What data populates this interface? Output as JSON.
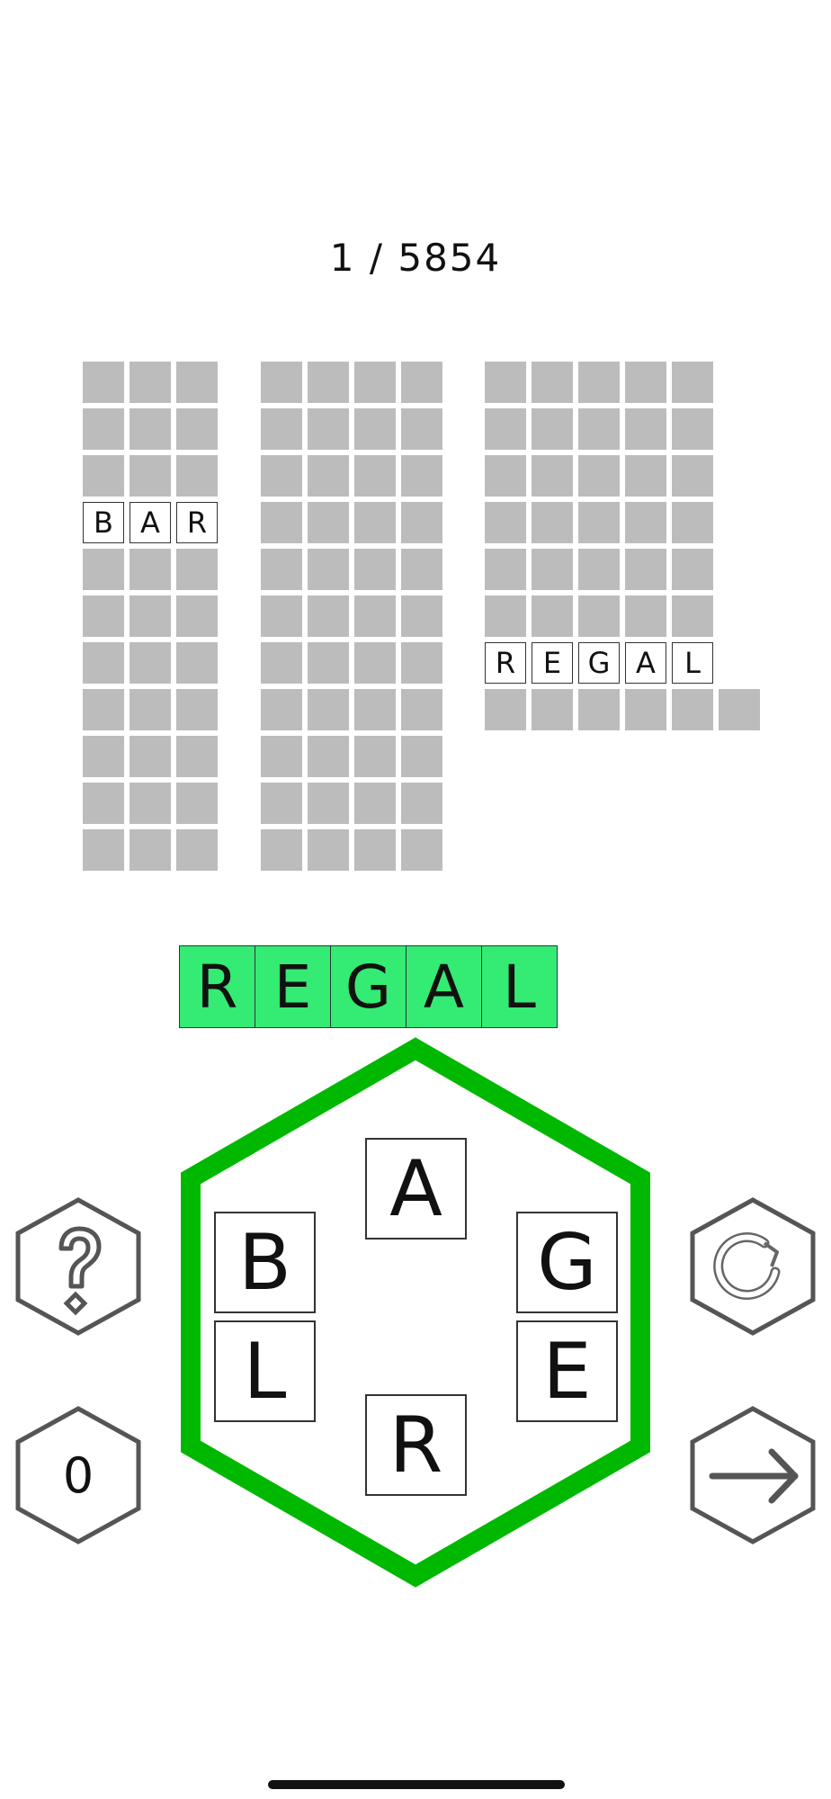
{
  "level": {
    "current": "1",
    "total": "5854",
    "separator": "/"
  },
  "word_grid": {
    "groups": [
      {
        "word_length": 3,
        "rows": 11,
        "found": [
          {
            "row": 3,
            "word": "BAR"
          }
        ]
      },
      {
        "word_length": 4,
        "rows": 11,
        "found": []
      },
      {
        "word_length": 5,
        "rows": 7,
        "found": [
          {
            "row": 6,
            "word": "REGAL"
          }
        ]
      },
      {
        "word_length": 6,
        "rows": 1,
        "found": []
      }
    ]
  },
  "current_word": "REGAL",
  "letter_wheel": {
    "letters": [
      "A",
      "G",
      "E",
      "R",
      "L",
      "B"
    ]
  },
  "buttons": {
    "hint": {
      "icon": "question-mark-icon"
    },
    "shuffle": {
      "icon": "refresh-icon"
    },
    "counter": {
      "value": "0"
    },
    "next": {
      "icon": "arrow-right-icon"
    }
  },
  "colors": {
    "hex_outline": "#00b800",
    "current_word_fill": "#34eb74",
    "empty_cell": "#bcbcbc",
    "button_outline": "#555555"
  }
}
